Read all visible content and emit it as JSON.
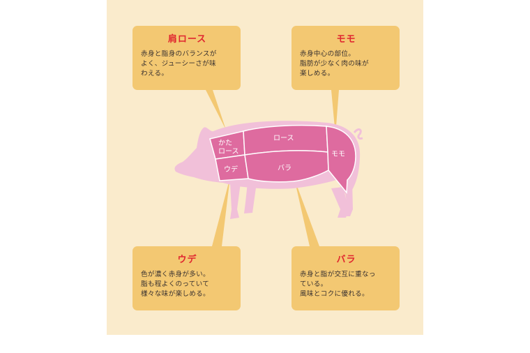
{
  "colors": {
    "panel_background": "#faebcc",
    "callout_background": "#f3c872",
    "callout_title": "#e0262f",
    "pig_body": "#f1c0d9",
    "meat_cut": "#de6b9f",
    "cut_line": "#ffffff"
  },
  "pig": {
    "cuts": [
      {
        "id": "kata-rosu",
        "label_line1": "かた",
        "label_line2": "ロース"
      },
      {
        "id": "rosu",
        "label": "ロース"
      },
      {
        "id": "momo",
        "label": "モモ"
      },
      {
        "id": "ude",
        "label": "ウデ"
      },
      {
        "id": "bara",
        "label": "バラ"
      }
    ]
  },
  "callouts": {
    "kata_rosu": {
      "title": "肩ロース",
      "lines": [
        "赤身と脂身のバランスが",
        "よく、ジューシーさが味",
        "わえる。"
      ]
    },
    "momo": {
      "title": "モモ",
      "lines": [
        "赤身中心の部位。",
        "脂肪が少なく肉の味が",
        "楽しめる。"
      ]
    },
    "ude": {
      "title": "ウデ",
      "lines": [
        "色が濃く赤身が多い。",
        "脂も程よくのっていて",
        "様々な味が楽しめる。"
      ]
    },
    "bara": {
      "title": "バラ",
      "lines": [
        "赤身と脂が交互に重なっ",
        "ている。",
        "風味とコクに優れる。"
      ]
    }
  }
}
